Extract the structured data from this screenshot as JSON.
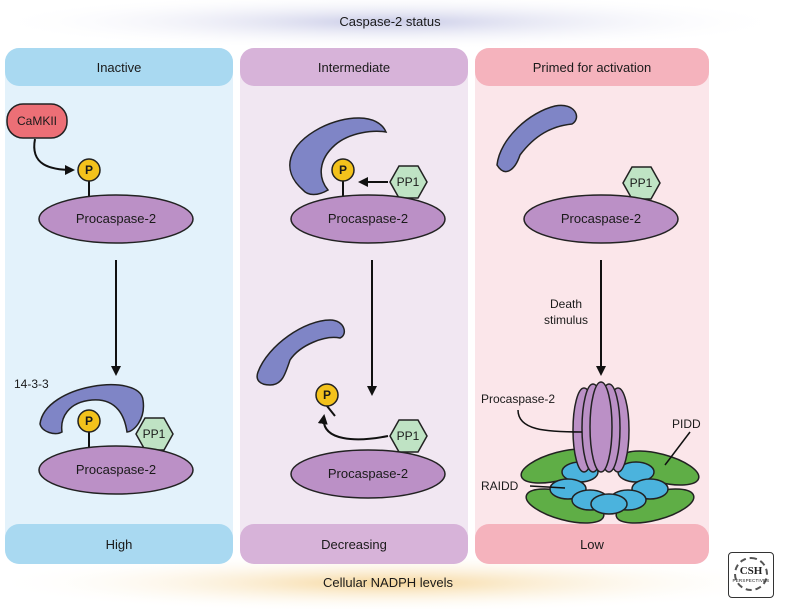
{
  "header": {
    "title": "Caspase-2 status"
  },
  "footer": {
    "title": "Cellular NADPH levels"
  },
  "columns": [
    {
      "status": "Inactive",
      "nadph": "High"
    },
    {
      "status": "Intermediate",
      "nadph": "Decreasing"
    },
    {
      "status": "Primed for activation",
      "nadph": "Low"
    }
  ],
  "labels": {
    "camkii": "CaMKII",
    "phospho": "P",
    "procaspase": "Procaspase-2",
    "pp1": "PP1",
    "protein_1433": "14-3-3",
    "death_stimulus_1": "Death",
    "death_stimulus_2": "stimulus",
    "procaspase_complex": "Procaspase-2",
    "pidd": "PIDD",
    "raidd": "RAIDD"
  },
  "logo": {
    "line1": "CSH",
    "line2": "PERSPECTIVES"
  },
  "colors": {
    "blue_bg": "#e3f2fb",
    "blue_band": "#a9d9f1",
    "purple_bg": "#f1e7f2",
    "purple_band": "#d7b3d9",
    "pink_bg": "#fbe6ea",
    "pink_band": "#f5b3bd",
    "procaspase": "#bb90c6",
    "adaptor": "#7f85c6",
    "phospho": "#f3c21c",
    "pp1": "#bfe3c4",
    "camkii": "#ec6f76",
    "pidd": "#5fae46",
    "raidd": "#4bb3dd"
  }
}
